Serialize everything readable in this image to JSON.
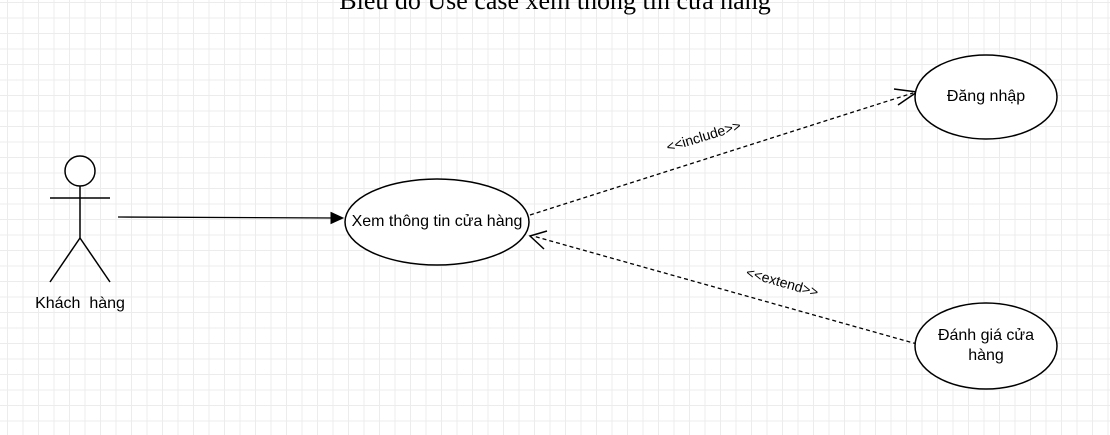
{
  "diagram": {
    "title": "Biểu đồ Use case xem thông tin cửa hàng",
    "actor": {
      "label": "Khách  hàng"
    },
    "use_cases": {
      "view_store": "Xem thông tin cửa hàng",
      "login": "Đăng nhập",
      "rate_store": "Đánh giá cửa hàng"
    },
    "relations": {
      "include": "<<include>>",
      "extend": "<<extend>>"
    },
    "colors": {
      "stroke": "#000000",
      "grid_minor": "#ececec",
      "grid_major": "#d6d6d6",
      "background": "#ffffff"
    }
  }
}
